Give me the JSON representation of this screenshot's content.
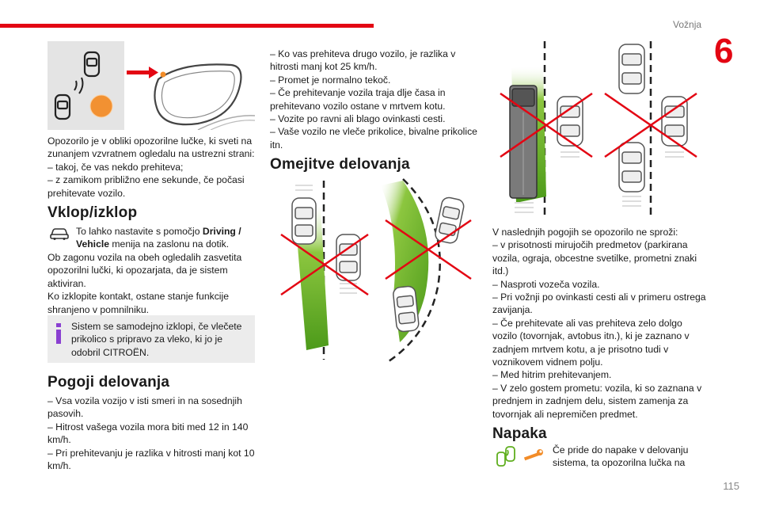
{
  "header": {
    "section_name": "Vožnja",
    "chapter_number": "6",
    "page_number": "115"
  },
  "colors": {
    "accent": "#e30613",
    "green_zone": "#5fae1e",
    "info_icon": "#8a3fd1",
    "warning_light": "#f28c28"
  },
  "left_column": {
    "intro_paragraph": "Opozorilo je v obliki opozorilne lučke, ki sveti na zunanjem vzvratnem ogledalu na ustrezni strani:",
    "intro_items": [
      "–  takoj, če vas nekdo prehiteva;",
      "–  z zamikom približno ene sekunde, če počasi prehitevate vozilo."
    ],
    "vklop_heading": "Vklop/izklop",
    "vklop_icon": "car-icon",
    "vklop_text_prefix": "To lahko nastavite s pomočjo ",
    "vklop_text_bold": "Driving / Vehicle",
    "vklop_text_suffix": " menija na zaslonu na dotik.",
    "vklop_paragraph_1": "Ob zagonu vozila na obeh ogledalih zasvetita opozorilni lučki, ki opozarjata, da je sistem aktiviran.",
    "vklop_paragraph_2": "Ko izklopite kontakt, ostane stanje funkcije shranjeno v pomnilniku.",
    "info_icon": "info-icon",
    "info_text": "Sistem se samodejno izklopi, če vlečete prikolico s pripravo za vleko, ki jo je odobril CITROËN.",
    "pogoji_heading": "Pogoji delovanja",
    "pogoji_items": [
      "–  Vsa vozila vozijo v isti smeri in na sosednjih pasovih.",
      "–  Hitrost vašega vozila mora biti med 12 in 140 km/h.",
      "–  Pri prehitevanju je razlika v hitrosti manj kot 10 km/h."
    ]
  },
  "middle_column": {
    "items": [
      "–  Ko vas prehiteva drugo vozilo, je razlika v hitrosti manj kot 25 km/h.",
      "–  Promet je normalno tekoč.",
      "–  Če prehitevanje vozila traja dlje časa in prehitevano vozilo ostane v mrtvem kotu.",
      "–  Vozite po ravni ali blago ovinkasti cesti.",
      "–  Vaše vozilo ne vleče prikolice, bivalne prikolice itn."
    ],
    "omejitve_heading": "Omejitve delovanja"
  },
  "right_column": {
    "intro": "V naslednjih pogojih se opozorilo ne sproži:",
    "items": [
      "–  v prisotnosti mirujočih predmetov (parkirana vozila, ograja, obcestne svetilke, prometni znaki itd.)",
      "–  Nasproti vozeča vozila.",
      "–  Pri vožnji po ovinkasti cesti ali v primeru ostrega zavijanja.",
      "–  Če prehitevate ali vas prehiteva zelo dolgo vozilo (tovornjak, avtobus itn.), ki je zaznano v zadnjem mrtvem kotu, a je prisotno tudi v voznikovem vidnem polju.",
      "–  Med hitrim prehitevanjem.",
      "–  V zelo gostem prometu: vozila, ki so zaznana v prednjem in zadnjem delu, sistem zamenja za tovornjak ali nepremičen predmet."
    ],
    "napaka_heading": "Napaka",
    "napaka_icon": "wrench-warning-icon",
    "napaka_text": "Če pride do napake v delovanju sistema, ta opozorilna lučka na"
  }
}
